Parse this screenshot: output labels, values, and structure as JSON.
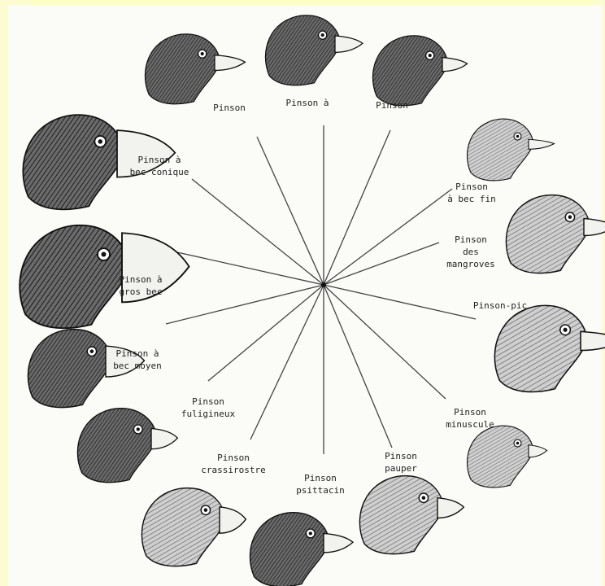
{
  "background_color": "#fdfcd0",
  "paper_color": "#fbfbf7",
  "ink_color": "#222222",
  "labels": {
    "top_left": "Pinson",
    "top_center": "Pinson à",
    "top_right": "Pinson",
    "conique": "Pinson à\nbec conique",
    "gros_bec": "Pinson à\ngros bec",
    "bec_moyen": "Pinson à\nbec moyen",
    "fuligineux": "Pinson\nfuligineux",
    "crassirostre": "Pinson\ncrassirostre",
    "psittacin": "Pinson\npsittacin",
    "pauper": "Pinson\npauper",
    "minuscule": "Pinson\nminuscule",
    "pic": "Pinson-pic",
    "mangroves": "Pinson\ndes\nmangroves",
    "bec_fin": "Pinson\nà bec fin"
  },
  "birds": [
    {
      "name": "conical-beak-finch",
      "icon": "finch-head-icon"
    },
    {
      "name": "large-beak-finch",
      "icon": "finch-head-icon"
    },
    {
      "name": "medium-beak-finch",
      "icon": "finch-head-icon"
    },
    {
      "name": "sooty-finch",
      "icon": "finch-head-icon"
    },
    {
      "name": "thick-billed-finch",
      "icon": "finch-head-icon"
    },
    {
      "name": "parrot-finch",
      "icon": "finch-head-icon"
    },
    {
      "name": "pauper-finch",
      "icon": "finch-head-icon"
    },
    {
      "name": "small-finch",
      "icon": "finch-head-icon"
    },
    {
      "name": "woodpecker-finch",
      "icon": "finch-head-icon"
    },
    {
      "name": "mangrove-finch",
      "icon": "finch-head-icon"
    },
    {
      "name": "warbler-finch",
      "icon": "finch-head-icon"
    },
    {
      "name": "top-right-finch",
      "icon": "finch-head-icon"
    },
    {
      "name": "top-center-finch",
      "icon": "finch-head-icon"
    },
    {
      "name": "top-left-finch",
      "icon": "finch-head-icon"
    }
  ]
}
